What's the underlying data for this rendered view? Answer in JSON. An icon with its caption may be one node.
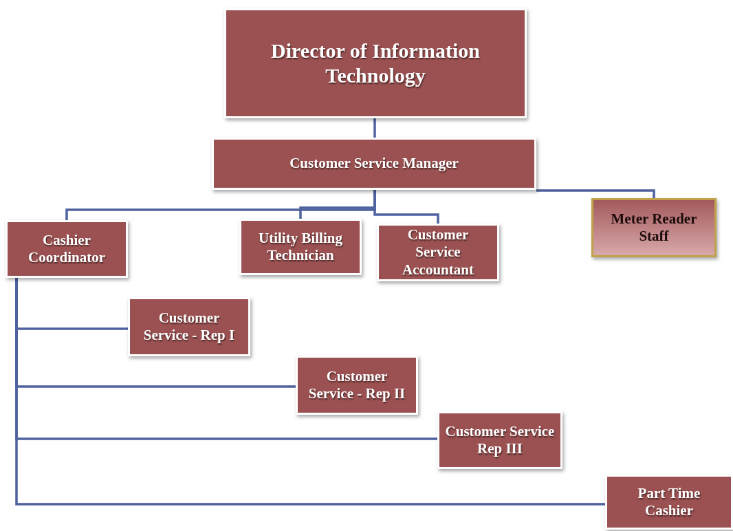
{
  "diagram": {
    "nodes": [
      {
        "text": [
          "Director of Information Technology"
        ]
      },
      {
        "text": [
          "Customer Service Manager"
        ]
      },
      {
        "text": [
          "Cashier Coordinator"
        ]
      },
      {
        "text": [
          "Utility Billing Technician"
        ]
      },
      {
        "text": [
          "Customer Service Accountant"
        ]
      },
      {
        "text": [
          "Meter Reader Staff"
        ]
      },
      {
        "text": [
          "Customer Service - Rep I"
        ]
      },
      {
        "text": [
          "Customer Service - Rep II"
        ]
      },
      {
        "text": [
          "Customer Service Rep III"
        ]
      },
      {
        "text": [
          "Part Time Cashier"
        ]
      }
    ],
    "edges": [
      {
        "from": 0,
        "to": 1,
        "arrow": "none"
      },
      {
        "from": 1,
        "to": 2,
        "arrow": "none"
      },
      {
        "from": 1,
        "to": 3,
        "arrow": "none"
      },
      {
        "from": 1,
        "to": 4,
        "arrow": "none"
      },
      {
        "from": 1,
        "to": 5,
        "arrow": "none"
      },
      {
        "from": 2,
        "to": 6,
        "arrow": "none"
      },
      {
        "from": 2,
        "to": 7,
        "arrow": "none"
      },
      {
        "from": 2,
        "to": 8,
        "arrow": "none"
      },
      {
        "from": 2,
        "to": 9,
        "arrow": "none"
      }
    ]
  }
}
